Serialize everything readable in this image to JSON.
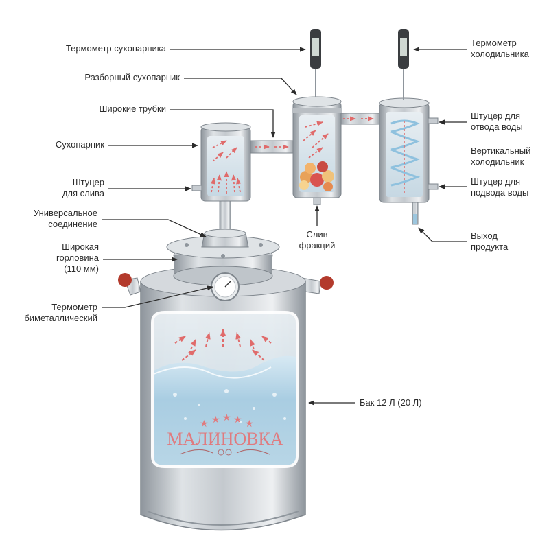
{
  "labels": {
    "thermometer_dryer": "Термометр сухопарника",
    "collapsible_dryer": "Разборный сухопарник",
    "wide_tubes": "Широкие трубки",
    "dryer": "Сухопарник",
    "drain_fitting": "Штуцер\nдля слива",
    "universal_joint": "Универсальное\nсоединение",
    "wide_neck": "Широкая\nгорловина\n(110 мм)",
    "bimetal_thermometer": "Термометр\nбиметаллический",
    "fraction_drain": "Слив\nфракций",
    "thermometer_cooler": "Термометр\nхолодильника",
    "water_outlet_fitting": "Штуцер для\nотвода воды",
    "vertical_cooler": "Вертикальный\nхолодильник",
    "water_inlet_fitting": "Штуцер для\nподвода воды",
    "product_outlet": "Выход\nпродукта",
    "tank": "Бак 12 Л (20 Л)"
  },
  "brand": {
    "logo_text": "МАЛИНОВКА",
    "stars": 5
  },
  "colors": {
    "steel_light": "#e3e6e9",
    "steel_mid": "#b9bec3",
    "steel_dark": "#8e959c",
    "glass": "#c9dbe6",
    "water": "#9cc6de",
    "vapor": "#e06b6b",
    "logo": "#e07a7e",
    "handle_knob": "#b33a2c",
    "leader_line": "#2b2b2b"
  }
}
